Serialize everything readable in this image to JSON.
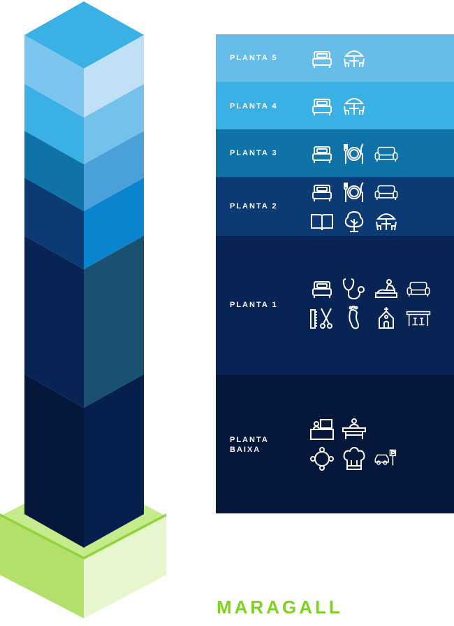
{
  "brand": "MARAGALL",
  "colors": {
    "planta5": "#67bdea",
    "planta4": "#3ab0e4",
    "planta3": "#0f73a8",
    "planta2": "#0b3a74",
    "planta1": "#082454",
    "baixa": "#05173a",
    "base": "#8fd43a"
  },
  "floors": [
    {
      "id": "p5",
      "label": "PLANTA 5",
      "icons": [
        [
          "bed-icon",
          "terrace-table-icon"
        ]
      ]
    },
    {
      "id": "p4",
      "label": "PLANTA 4",
      "icons": [
        [
          "bed-icon",
          "terrace-table-icon"
        ]
      ]
    },
    {
      "id": "p3",
      "label": "PLANTA 3",
      "icons": [
        [
          "bed-icon",
          "dining-icon",
          "sofa-icon"
        ]
      ]
    },
    {
      "id": "p2",
      "label": "PLANTA 2",
      "icons": [
        [
          "bed-icon",
          "dining-icon",
          "sofa-icon"
        ],
        [
          "book-icon",
          "tree-icon",
          "terrace-table-icon"
        ]
      ]
    },
    {
      "id": "p1",
      "label": "PLANTA 1",
      "icons": [
        [
          "bed-icon",
          "stethoscope-icon",
          "physiotherapy-icon",
          "sofa-icon"
        ],
        [
          "hairdresser-icon",
          "foot-icon",
          "chapel-icon",
          "bar-counter-icon"
        ]
      ]
    },
    {
      "id": "pb",
      "label": "PLANTA\nBAIXA",
      "icons": [
        [
          "reception-desk-icon",
          "reception-icon"
        ],
        [
          "sun-lamp-icon",
          "chef-hat-icon",
          "parking-icon"
        ]
      ]
    }
  ]
}
